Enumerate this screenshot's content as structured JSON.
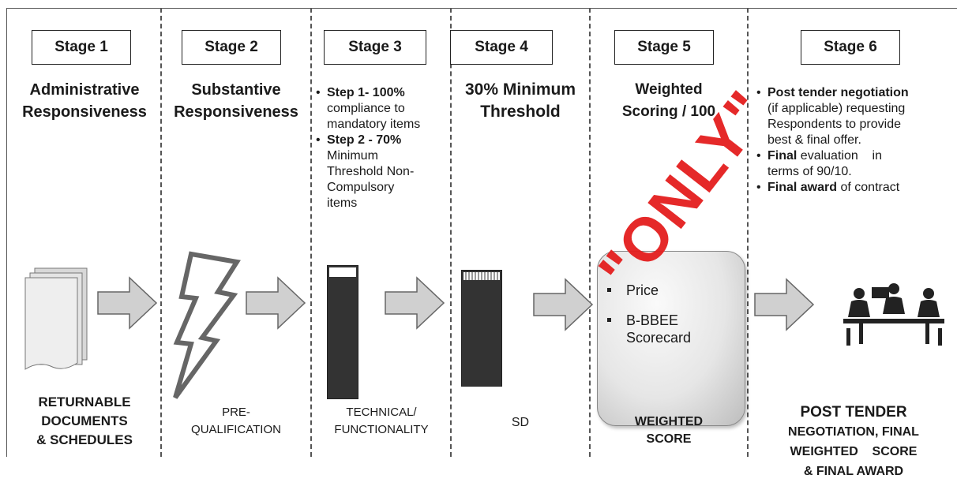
{
  "stages": [
    {
      "label": "Stage 1",
      "heading_lines": [
        "Administrative",
        "Responsiveness"
      ],
      "bottom_lines": [
        "RETURNABLE",
        "DOCUMENTS",
        "& SCHEDULES"
      ]
    },
    {
      "label": "Stage 2",
      "heading_lines": [
        "Substantive",
        "Responsiveness"
      ],
      "bottom_lines": [
        "PRE-",
        "QUALIFICATION"
      ]
    },
    {
      "label": "Stage 3",
      "bottom_lines": [
        "TECHNICAL/",
        "FUNCTIONALITY"
      ],
      "bullets": [
        {
          "bold": "Step 1- 100%",
          "lines": [
            "compliance to",
            "mandatory items"
          ]
        },
        {
          "bold": "Step 2 - 70%",
          "lines": [
            "Minimum",
            "Threshold Non-",
            "Compulsory",
            "items"
          ]
        }
      ]
    },
    {
      "label": "Stage 4",
      "heading_lines": [
        "30% Minimum",
        "Threshold"
      ],
      "bottom_lines": [
        "SD"
      ]
    },
    {
      "label": "Stage 5",
      "heading_lines": [
        "Weighted",
        "Scoring / 100"
      ],
      "bottom_lines": [
        "WEIGHTED",
        "SCORE"
      ],
      "box_items": [
        [
          "Price"
        ],
        [
          "B-BBEE",
          "Scorecard"
        ]
      ]
    },
    {
      "label": "Stage 6",
      "bottom_lines": [
        "POST TENDER",
        "NEGOTIATION, FINAL",
        "WEIGHTED    SCORE",
        "& FINAL AWARD"
      ],
      "bullets": [
        {
          "bold": "Post tender negotiation",
          "rest": "",
          "lines": [
            "(if applicable) requesting",
            "Respondents to provide",
            "best & final offer."
          ]
        },
        {
          "bold": "Final",
          "rest": "evaluation    in",
          "lines": [
            "terms of 90/10."
          ]
        },
        {
          "bold": "Final award",
          "rest": " of contract",
          "lines": []
        }
      ]
    }
  ],
  "watermark": "\"ONLY\"",
  "colors": {
    "watermark": "#e41e1e",
    "arrow_fill": "#d0d0d0",
    "arrow_stroke": "#666666",
    "bar_fill": "#333333"
  }
}
